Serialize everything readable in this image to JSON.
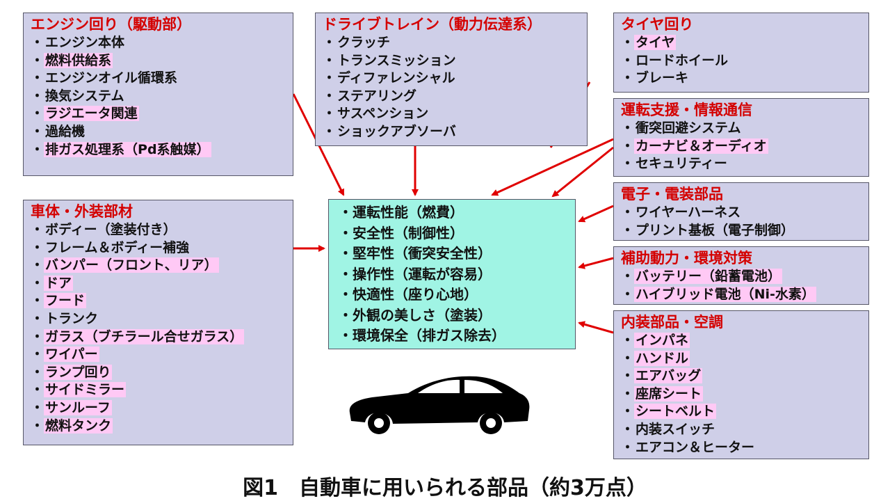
{
  "boxes": [
    {
      "id": "engine",
      "title": "エンジン回り（駆動部）",
      "items": [
        {
          "text": "エンジン本体",
          "hl": false
        },
        {
          "text": "燃料供給系",
          "hl": true
        },
        {
          "text": "エンジンオイル循環系",
          "hl": false
        },
        {
          "text": "換気システム",
          "hl": false
        },
        {
          "text": "ラジエータ関連",
          "hl": true
        },
        {
          "text": "過給機",
          "hl": false
        },
        {
          "text": "排ガス処理系（Pd系触媒）",
          "hl": true
        }
      ]
    },
    {
      "id": "drivetrain",
      "title": "ドライブトレイン（動力伝達系）",
      "items": [
        {
          "text": "クラッチ",
          "hl": false
        },
        {
          "text": "トランスミッション",
          "hl": false
        },
        {
          "text": "ディファレンシャル",
          "hl": false
        },
        {
          "text": "ステアリング",
          "hl": false
        },
        {
          "text": "サスペンション",
          "hl": false
        },
        {
          "text": "ショックアブソーバ",
          "hl": false
        }
      ]
    },
    {
      "id": "tire",
      "title": "タイヤ回り",
      "items": [
        {
          "text": "タイヤ",
          "hl": true
        },
        {
          "text": "ロードホイール",
          "hl": false
        },
        {
          "text": "ブレーキ",
          "hl": false
        }
      ]
    },
    {
      "id": "assist",
      "title": "運転支援・情報通信",
      "items": [
        {
          "text": "衝突回避システム",
          "hl": false
        },
        {
          "text": "カーナビ＆オーディオ",
          "hl": true
        },
        {
          "text": "セキュリティー",
          "hl": false
        }
      ]
    },
    {
      "id": "electronics",
      "title": "電子・電装部品",
      "items": [
        {
          "text": "ワイヤーハーネス",
          "hl": false
        },
        {
          "text": "プリント基板（電子制御）",
          "hl": false
        }
      ]
    },
    {
      "id": "power",
      "title": "補助動力・環境対策",
      "items": [
        {
          "text": "バッテリー（鉛蓄電池）",
          "hl": true
        },
        {
          "text": "ハイブリッド電池（Ni-水素）",
          "hl": true
        }
      ]
    },
    {
      "id": "interior",
      "title": "内装部品・空調",
      "items": [
        {
          "text": "インパネ",
          "hl": true
        },
        {
          "text": "ハンドル",
          "hl": true
        },
        {
          "text": "エアバッグ",
          "hl": true
        },
        {
          "text": "座席シート",
          "hl": true
        },
        {
          "text": "シートベルト",
          "hl": true
        },
        {
          "text": "内装スイッチ",
          "hl": false
        },
        {
          "text": "エアコン＆ヒーター",
          "hl": false
        }
      ]
    },
    {
      "id": "body",
      "title": "車体・外装部材",
      "items": [
        {
          "text": "ボディー（塗装付き）",
          "hl": false
        },
        {
          "text": "フレーム＆ボディー補強",
          "hl": false
        },
        {
          "text": "バンパー（フロント、リア）",
          "hl": true
        },
        {
          "text": "ドア",
          "hl": true
        },
        {
          "text": "フード",
          "hl": true
        },
        {
          "text": "トランク",
          "hl": false
        },
        {
          "text": "ガラス（ブチラール合せガラス）",
          "hl": true
        },
        {
          "text": "ワイパー",
          "hl": true
        },
        {
          "text": "ランプ回り",
          "hl": true
        },
        {
          "text": "サイドミラー",
          "hl": true
        },
        {
          "text": "サンルーフ",
          "hl": true
        },
        {
          "text": "燃料タンク",
          "hl": true
        }
      ]
    }
  ],
  "center": {
    "items": [
      "運転性能（燃費）",
      "安全性（制御性）",
      "堅牢性（衝突安全性）",
      "操作性（運転が容易）",
      "快適性（座り心地）",
      "外観の美しさ（塗装）",
      "環境保全（排ガス除去）"
    ]
  },
  "bullet": "・",
  "caption": "図1　自動車に用いられる部品（約3万点）",
  "colors": {
    "title": "#d40000",
    "box_bg": "#cfcfe8",
    "highlight": "#ffc9f5",
    "center_bg": "#a0f4e4",
    "arrow": "#e00000"
  },
  "icons": {
    "car": "car-silhouette-icon"
  }
}
